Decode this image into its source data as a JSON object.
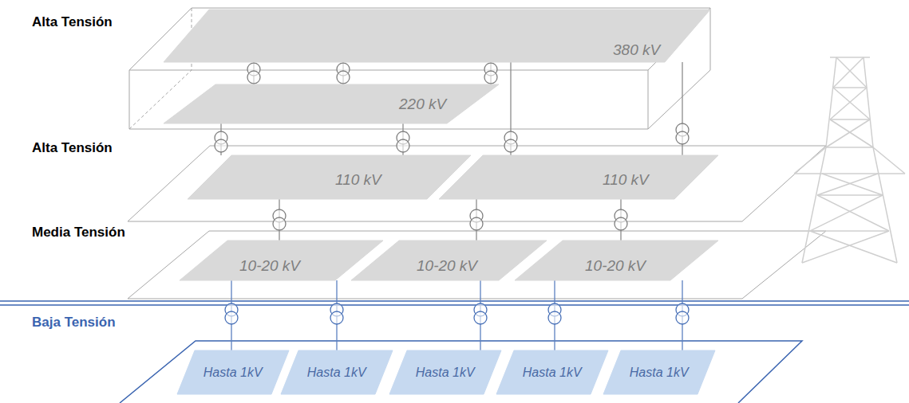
{
  "diagram": {
    "nodes": [
      {
        "text": [
          "380 kV"
        ]
      },
      {
        "text": [
          "220 kV"
        ]
      },
      {
        "text": [
          "110 kV"
        ]
      },
      {
        "text": [
          "110 kV"
        ]
      },
      {
        "text": [
          "10-20 kV"
        ]
      },
      {
        "text": [
          "10-20 kV"
        ]
      },
      {
        "text": [
          "10-20 kV"
        ]
      },
      {
        "text": [
          "Hasta 1kV"
        ]
      },
      {
        "text": [
          "Hasta 1kV"
        ]
      },
      {
        "text": [
          "Hasta 1kV"
        ]
      },
      {
        "text": [
          "Hasta 1kV"
        ]
      },
      {
        "text": [
          "Hasta 1kV"
        ]
      }
    ],
    "edges": [
      {
        "from": 0,
        "to": 1,
        "arrow": "none"
      },
      {
        "from": 0,
        "to": 1,
        "arrow": "none"
      },
      {
        "from": 0,
        "to": 1,
        "arrow": "none"
      },
      {
        "from": 1,
        "to": 2,
        "arrow": "none"
      },
      {
        "from": 1,
        "to": 2,
        "arrow": "none"
      },
      {
        "from": 0,
        "to": 3,
        "arrow": "none"
      },
      {
        "from": 0,
        "to": 3,
        "arrow": "none"
      },
      {
        "from": 2,
        "to": 4,
        "arrow": "none"
      },
      {
        "from": 3,
        "to": 5,
        "arrow": "none"
      },
      {
        "from": 3,
        "to": 6,
        "arrow": "none"
      },
      {
        "from": 4,
        "to": 7,
        "arrow": "none"
      },
      {
        "from": 4,
        "to": 8,
        "arrow": "none"
      },
      {
        "from": 5,
        "to": 9,
        "arrow": "none"
      },
      {
        "from": 6,
        "to": 10,
        "arrow": "none"
      },
      {
        "from": 6,
        "to": 11,
        "arrow": "none"
      }
    ],
    "labels": [
      "Alta Tensión",
      "Alta Tensión",
      "Media Tensión",
      "Baja Tensión"
    ]
  }
}
